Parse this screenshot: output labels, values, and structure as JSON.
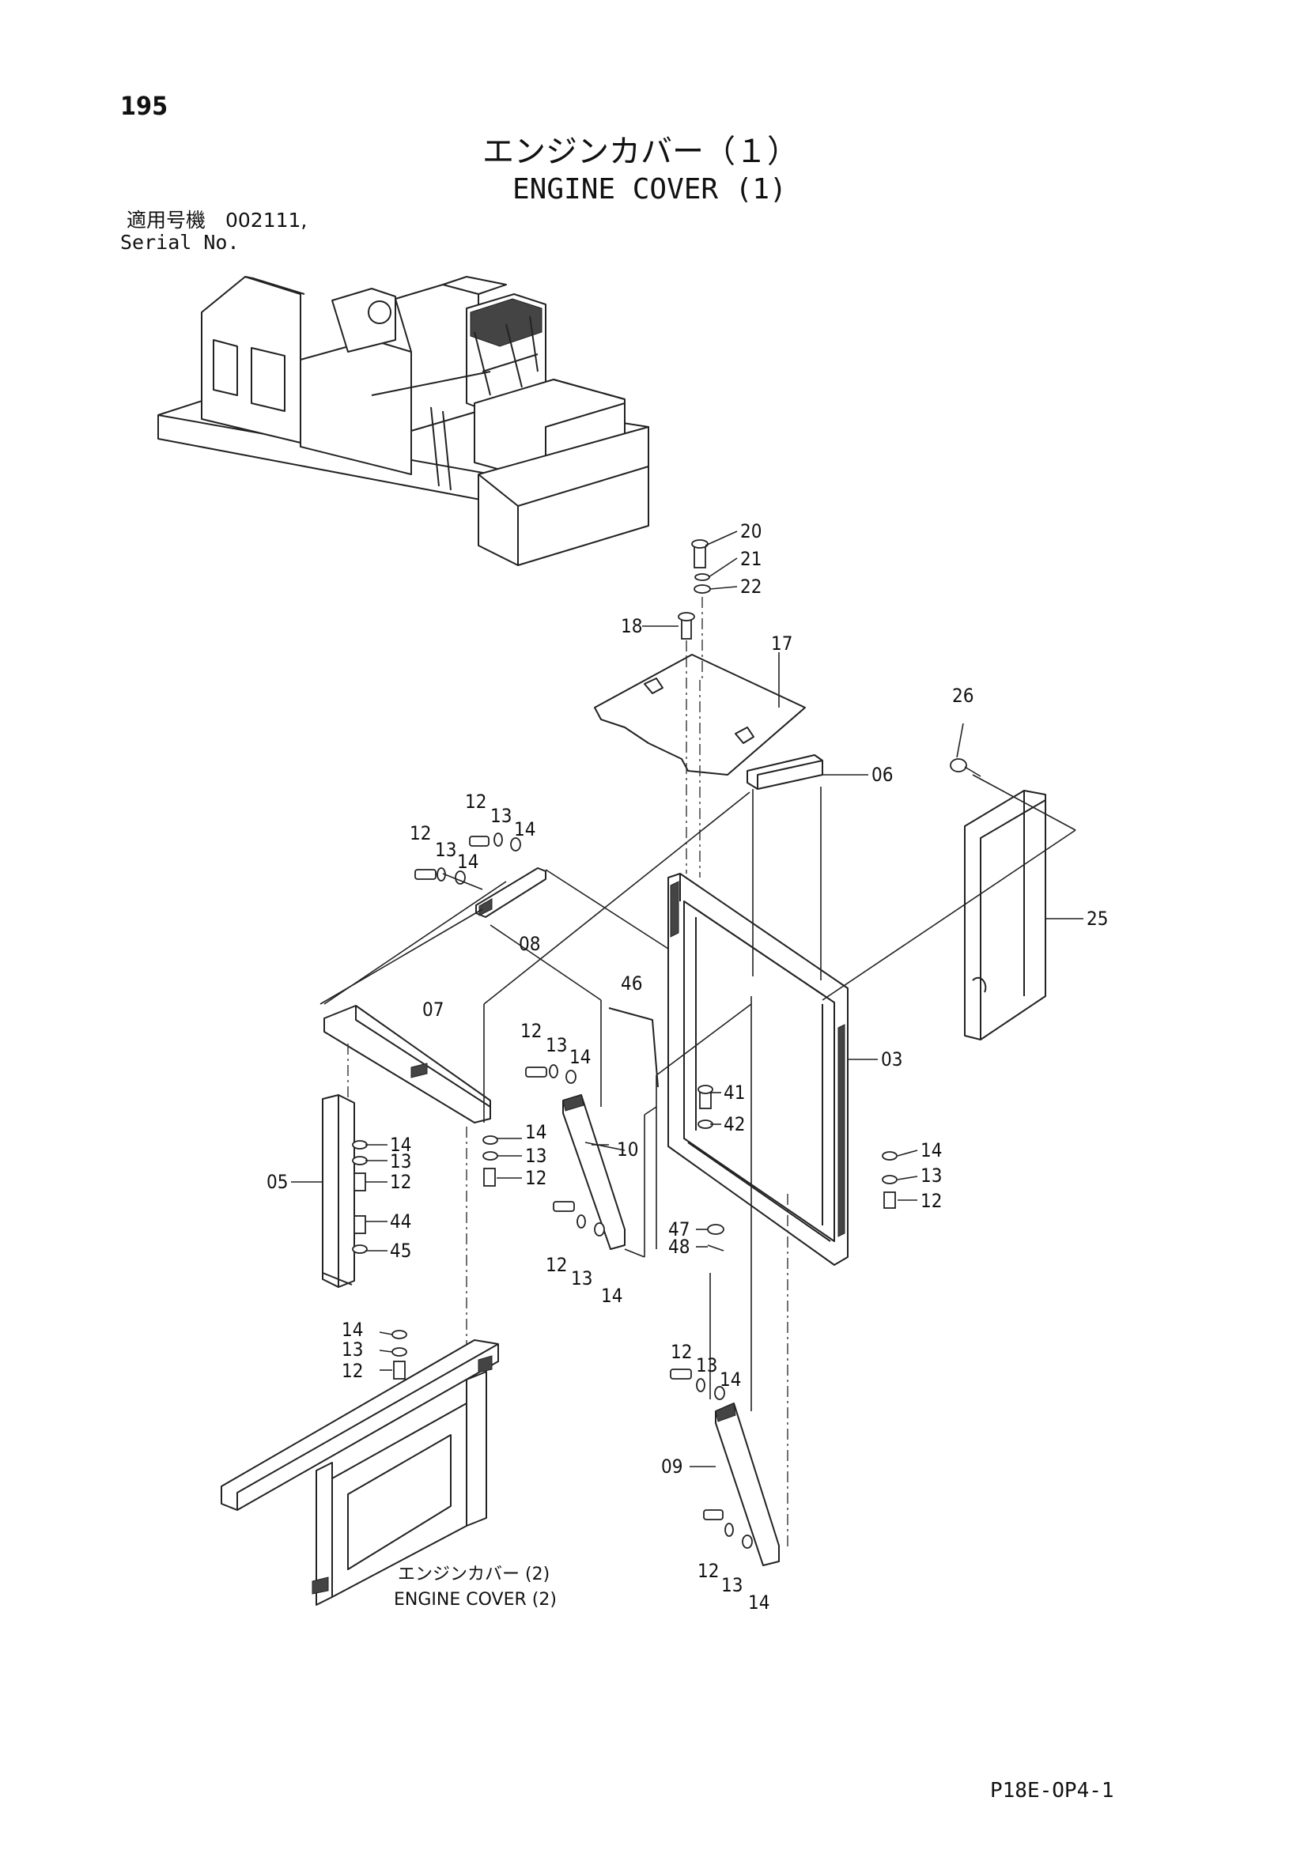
{
  "page": {
    "number": "195",
    "title_jp": "エンジンカバー（１）",
    "title_en": "ENGINE COVER (1)",
    "serial_jp": "適用号機　002111,",
    "serial_en": "Serial No.",
    "reference_code": "P18E-OP4-1"
  },
  "callouts": {
    "c20": "20",
    "c21": "21",
    "c22": "22",
    "c18": "18",
    "c17": "17",
    "c26": "26",
    "c06": "06",
    "c25": "25",
    "c08": "08",
    "c07": "07",
    "c46": "46",
    "c03": "03",
    "c10": "10",
    "c41": "41",
    "c42": "42",
    "c05": "05",
    "c44": "44",
    "c45": "45",
    "c47": "47",
    "c48": "48",
    "c09": "09",
    "n12": "12",
    "n13": "13",
    "n14": "14"
  },
  "sub_reference": {
    "jp": "エンジンカバー (2)",
    "en": "ENGINE COVER (2)"
  }
}
